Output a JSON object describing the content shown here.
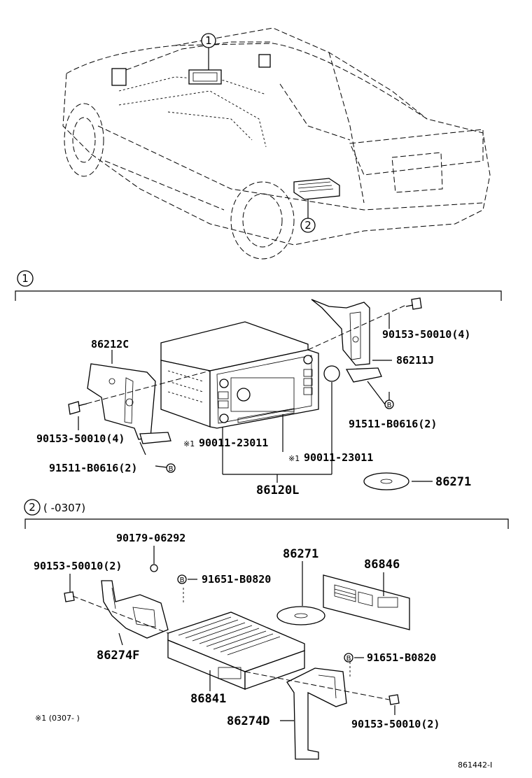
{
  "sections": {
    "s1": {
      "number": "1"
    },
    "s2": {
      "number": "2",
      "range": "(      -0307)"
    }
  },
  "callouts": {
    "c1": "1",
    "c2": "2"
  },
  "parts": {
    "p86212C": "86212C",
    "p86211J": "86211J",
    "p90153_top": "90153-50010(4)",
    "p90153_left": "90153-50010(4)",
    "p91511_right": "91511-B0616(2)",
    "p91511_left": "91511-B0616(2)",
    "p90011_a": "90011-23011",
    "p90011_b": "90011-23011",
    "p86120L": "86120L",
    "p86271_a": "86271",
    "p90179": "90179-06292",
    "p90153_s2a": "90153-50010(2)",
    "p91651_a": "91651-B0820",
    "p86271_b": "86271",
    "p86846": "86846",
    "p86274F": "86274F",
    "p91651_b": "91651-B0820",
    "p86841": "86841",
    "p86274D": "86274D",
    "p90153_s2b": "90153-50010(2)"
  },
  "marks": {
    "asterisk1": "※1",
    "b": "B"
  },
  "footnote": "※1 (0307-      )",
  "figure_id": "861442-I"
}
